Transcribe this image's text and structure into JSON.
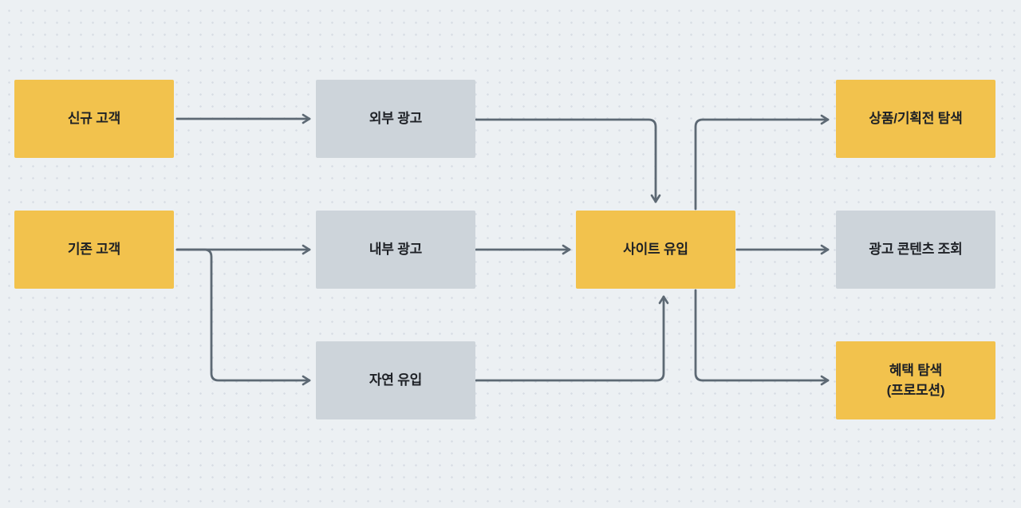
{
  "colors": {
    "background": "#ECF0F3",
    "dot": "#D7DDE4",
    "yellow": "#F2C24D",
    "gray": "#CDD4DA",
    "arrow": "#5D6974",
    "text": "#1E2126"
  },
  "nodes": {
    "new_customer": {
      "label": "신규 고객",
      "color": "yellow"
    },
    "existing_customer": {
      "label": "기존 고객",
      "color": "yellow"
    },
    "external_ad": {
      "label": "외부 광고",
      "color": "gray"
    },
    "internal_ad": {
      "label": "내부 광고",
      "color": "gray"
    },
    "organic_inflow": {
      "label": "자연 유입",
      "color": "gray"
    },
    "site_inflow": {
      "label": "사이트 유입",
      "color": "yellow"
    },
    "product_exploration": {
      "label": "상품/기획전 탐색",
      "color": "yellow"
    },
    "ad_content_view": {
      "label": "광고 콘텐츠 조회",
      "color": "gray"
    },
    "benefit_exploration": {
      "label": "혜택 탐색",
      "label2": "(프로모션)",
      "color": "yellow"
    }
  },
  "edges": [
    {
      "from": "new_customer",
      "to": "external_ad"
    },
    {
      "from": "external_ad",
      "to": "site_inflow"
    },
    {
      "from": "existing_customer",
      "to": "internal_ad"
    },
    {
      "from": "existing_customer",
      "to": "organic_inflow"
    },
    {
      "from": "internal_ad",
      "to": "site_inflow"
    },
    {
      "from": "organic_inflow",
      "to": "site_inflow"
    },
    {
      "from": "site_inflow",
      "to": "product_exploration"
    },
    {
      "from": "site_inflow",
      "to": "ad_content_view"
    },
    {
      "from": "site_inflow",
      "to": "benefit_exploration"
    }
  ]
}
